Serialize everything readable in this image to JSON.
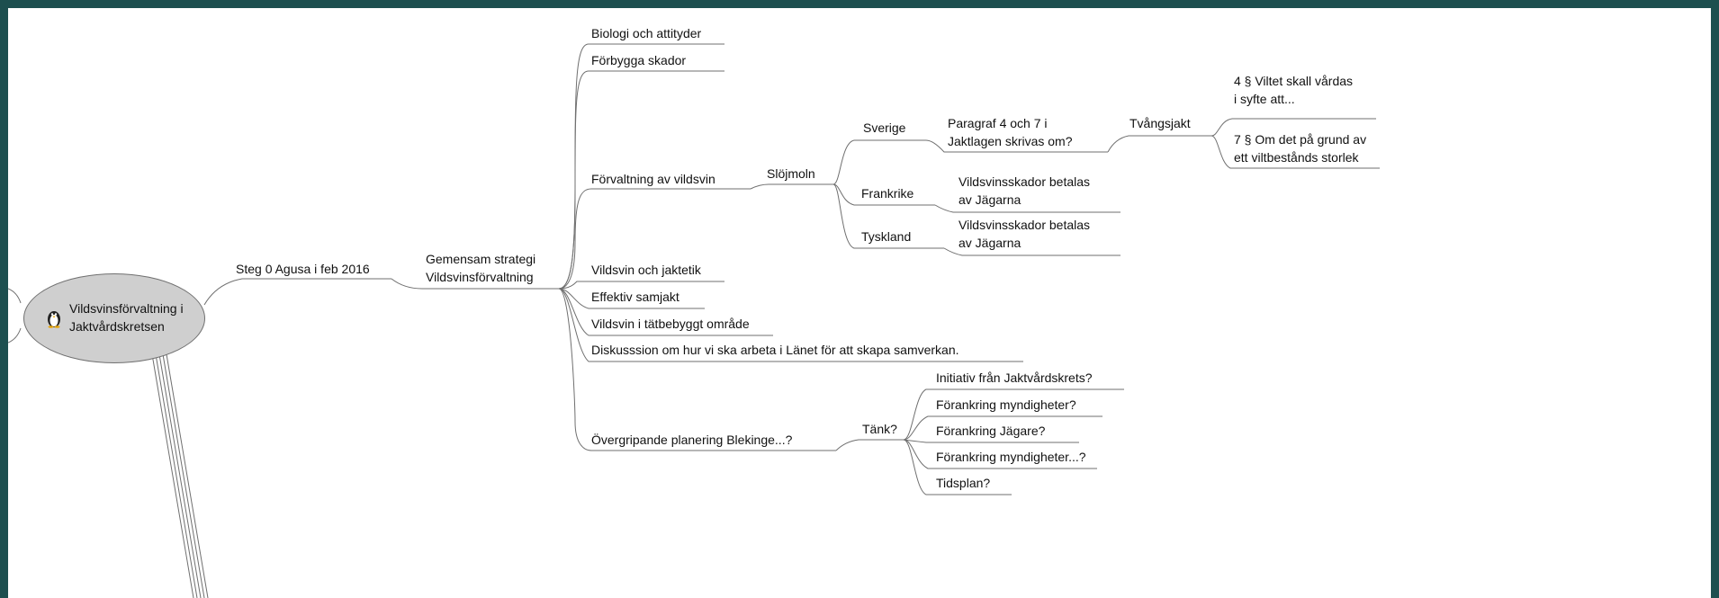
{
  "root": {
    "label": "Vildsvinsförvaltning i\nJaktvårdskretsen",
    "icon": "penguin-icon"
  },
  "step": "Steg 0 Agusa i feb 2016",
  "strategy": "Gemensam strategi\nVildsvinsförvaltning",
  "topics": {
    "biologi": "Biologi och attityder",
    "forbygga": "Förbygga skador",
    "forvaltning": "Förvaltning av vildsvin",
    "jaktetik": "Vildsvin och jaktetik",
    "samjakt": "Effektiv samjakt",
    "tatbebyggt": "Vildsvin i tätbebyggt område",
    "diskussion": "Diskusssion om hur vi ska arbeta i Länet för att skapa samverkan.",
    "overgripande": "Övergripande planering Blekinge...?"
  },
  "slojmoln": "Slöjmoln",
  "countries": {
    "sverige": "Sverige",
    "frankrike": "Frankrike",
    "tyskland": "Tyskland"
  },
  "paragraf": "Paragraf  4 och 7 i\nJaktlagen skrivas om?",
  "tvangsjakt": "Tvångsjakt",
  "law": {
    "p4": "4 § Viltet skall vårdas\ni syfte att...",
    "p7": "7 § Om det på grund av\nett viltbestånds storlek"
  },
  "frankrike_note": "Vildsvinsskador betalas\nav Jägarna",
  "tyskland_note": "Vildsvinsskador betalas\nav Jägarna",
  "tank": "Tänk?",
  "tank_items": {
    "initiativ": "Initiativ från Jaktvårdskrets?",
    "myndigheter": "Förankring myndigheter?",
    "jagare": "Förankring Jägare?",
    "myndigheter2": "Förankring myndigheter...?",
    "tidsplan": "Tidsplan?"
  },
  "colors": {
    "frame": "#1d4f4f",
    "line": "#6f6f6f",
    "root_fill": "#cfcfcf"
  }
}
